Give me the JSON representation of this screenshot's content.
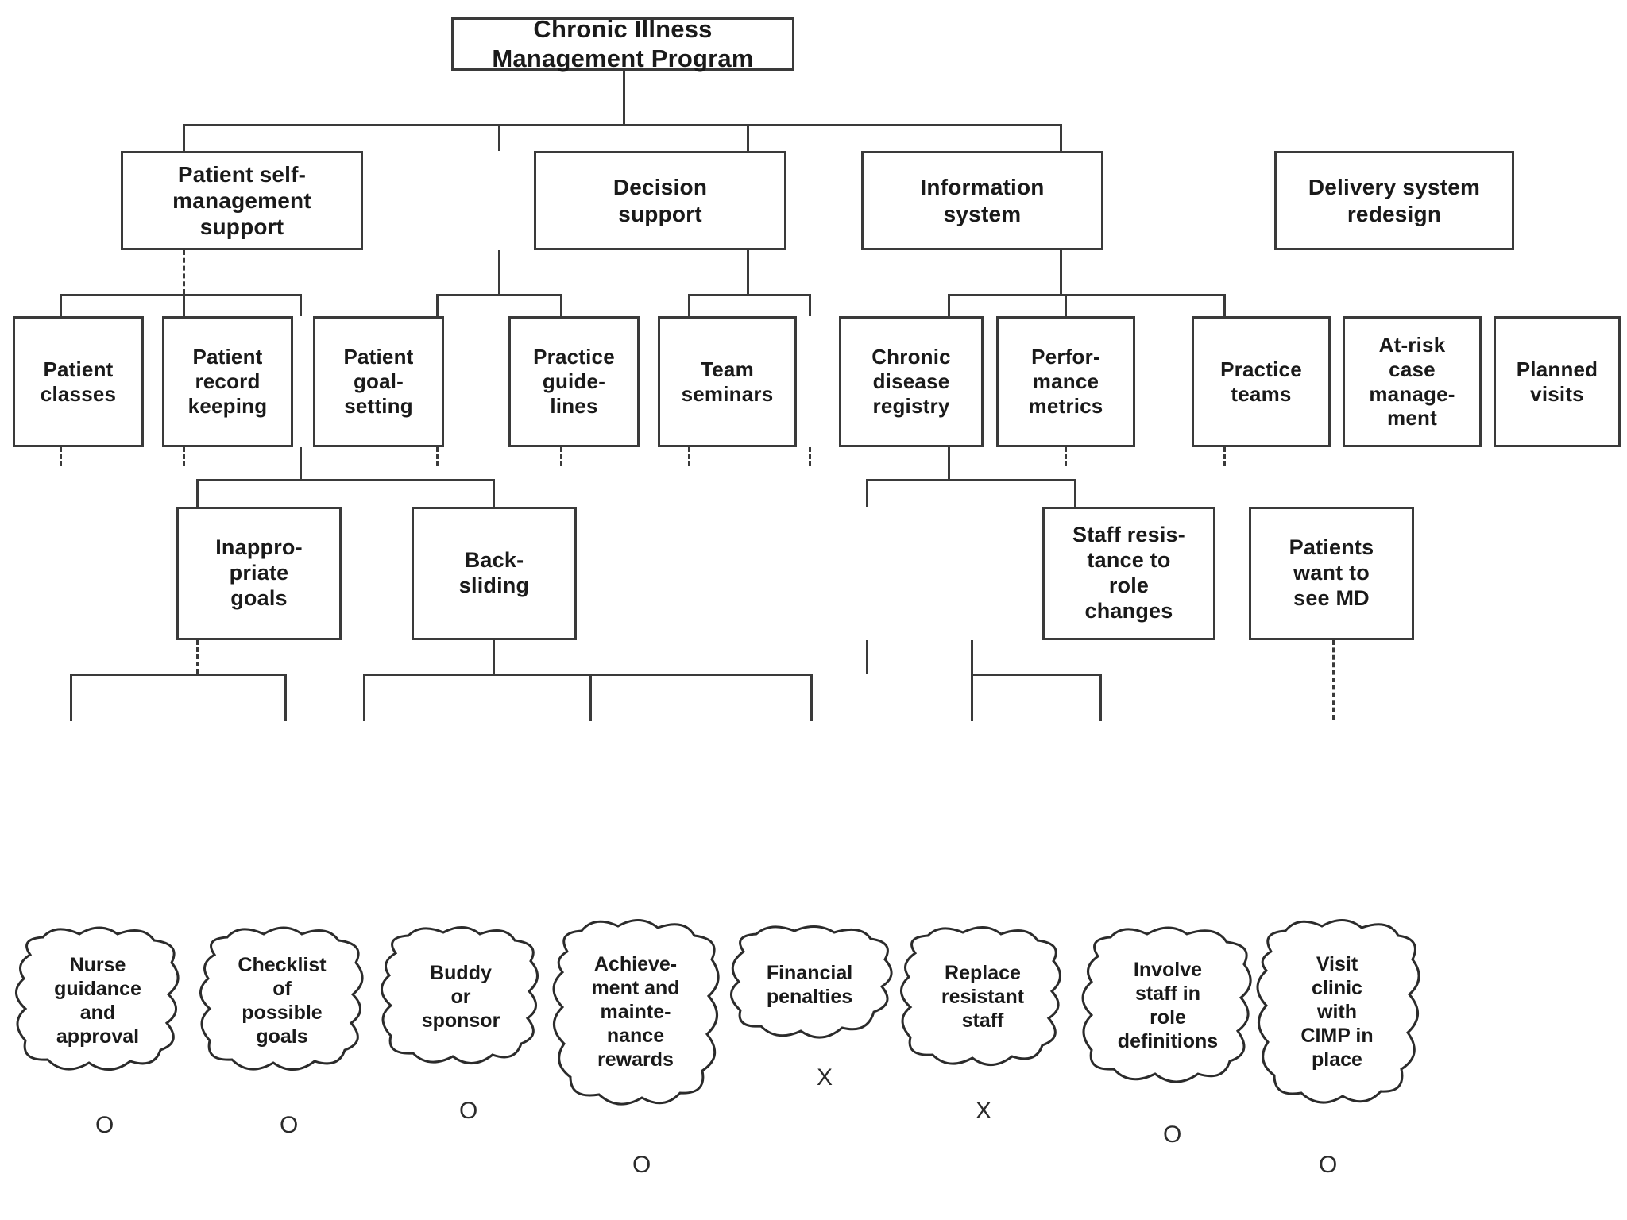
{
  "diagram": {
    "title": "Chronic Illness Management Program",
    "type": "tree-diagram",
    "legend_symbols": {
      "accept": "O",
      "reject": "X"
    }
  },
  "root": {
    "label": "Chronic Illness Management Program"
  },
  "level2": [
    {
      "id": "self-management",
      "label": "Patient self-\nmanagement\nsupport"
    },
    {
      "id": "decision-support",
      "label": "Decision\nsupport"
    },
    {
      "id": "information-system",
      "label": "Information\nsystem"
    },
    {
      "id": "delivery-redesign",
      "label": "Delivery system\nredesign"
    }
  ],
  "level3": [
    {
      "id": "patient-classes",
      "label": "Patient\nclasses"
    },
    {
      "id": "patient-record-keeping",
      "label": "Patient\nrecord\nkeeping"
    },
    {
      "id": "patient-goal-setting",
      "label": "Patient\ngoal-\nsetting"
    },
    {
      "id": "practice-guidelines",
      "label": "Practice\nguide-\nlines"
    },
    {
      "id": "team-seminars",
      "label": "Team\nseminars"
    },
    {
      "id": "chronic-disease-registry",
      "label": "Chronic\ndisease\nregistry"
    },
    {
      "id": "performance-metrics",
      "label": "Perfor-\nmance\nmetrics"
    },
    {
      "id": "practice-teams",
      "label": "Practice\nteams"
    },
    {
      "id": "at-risk-case-management",
      "label": "At-risk\ncase\nmanage-\nment"
    },
    {
      "id": "planned-visits",
      "label": "Planned\nvisits"
    }
  ],
  "level4": [
    {
      "id": "inappropriate-goals",
      "label": "Inappro-\npriate\ngoals"
    },
    {
      "id": "backsliding",
      "label": "Back-\nsliding"
    },
    {
      "id": "staff-resistance",
      "label": "Staff resis-\ntance to\nrole\nchanges"
    },
    {
      "id": "patients-want-md",
      "label": "Patients\nwant to\nsee MD"
    }
  ],
  "level5": [
    {
      "id": "nurse-guidance",
      "label": "Nurse\nguidance\nand\napproval",
      "mark": "O"
    },
    {
      "id": "checklist-goals",
      "label": "Checklist\nof\npossible\ngoals",
      "mark": "O"
    },
    {
      "id": "buddy-sponsor",
      "label": "Buddy\nor\nsponsor",
      "mark": "O"
    },
    {
      "id": "achievement-rewards",
      "label": "Achieve-\nment and\nmainte-\nnance\nrewards",
      "mark": "O"
    },
    {
      "id": "financial-penalties",
      "label": "Financial\npenalties",
      "mark": "X"
    },
    {
      "id": "replace-resistant-staff",
      "label": "Replace\nresistant\nstaff",
      "mark": "X"
    },
    {
      "id": "involve-staff-roles",
      "label": "Involve\nstaff in\nrole\ndefinitions",
      "mark": "O"
    },
    {
      "id": "visit-clinic-cimp",
      "label": "Visit\nclinic\nwith\nCIMP in\nplace",
      "mark": "O"
    }
  ]
}
